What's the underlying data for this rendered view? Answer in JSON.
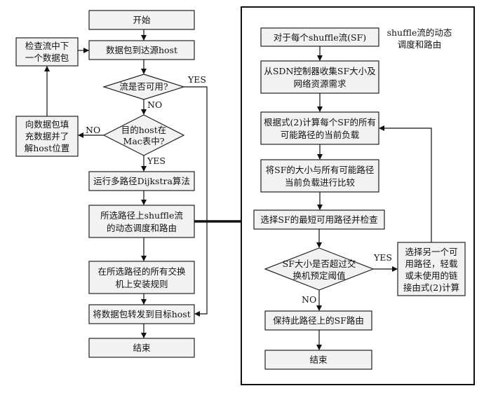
{
  "left_flow": {
    "start": "开始",
    "packet_arrives": "数据包到达源host",
    "flow_available": "流是否可用?",
    "host_in_mac_line1": "目的host在",
    "host_in_mac_line2": "Mac表中?",
    "run_dijkstra": "运行多路径Dijkstra算法",
    "shuffle_line1": "所选路径上shuffle流",
    "shuffle_line2": "的动态调度和路由",
    "install_line1": "在所选路径的所有交换",
    "install_line2": "机上安装规则",
    "forward": "将数据包转发到目标host",
    "end": "结束",
    "check_next_line1": "检查流中下",
    "check_next_line2": "一个数据包",
    "fill_line1": "向数据包填",
    "fill_line2": "充数据并了",
    "fill_line3": "解host位置"
  },
  "right_panel": {
    "title_line1": "shuffle流的动态",
    "title_line2": "调度和路由",
    "for_each": "对于每个shuffle流(SF)",
    "collect_line1": "从SDN控制器收集SF大小及",
    "collect_line2": "网络资源需求",
    "compute_line1": "根据式(2)计算每个SF的所有",
    "compute_line2": "可能路径的当前负载",
    "compare_line1": "将SF的大小与所有可能路径",
    "compare_line2": "当前负载进行比较",
    "select_shortest": "选择SF的最短可用路径并检查",
    "exceed_line1": "SF大小是否超过交",
    "exceed_line2": "换机预定阈值",
    "keep_route": "保持此路径上的SF路由",
    "end": "结束",
    "alt_line1": "选择另一个可",
    "alt_line2": "用路径，轻载",
    "alt_line3": "或未使用的链",
    "alt_line4": "接由式(2)计算"
  },
  "labels": {
    "yes1": "YES",
    "no1": "NO",
    "no2": "NO",
    "yes2": "YES",
    "no3": "NO",
    "yes3": "YES"
  }
}
